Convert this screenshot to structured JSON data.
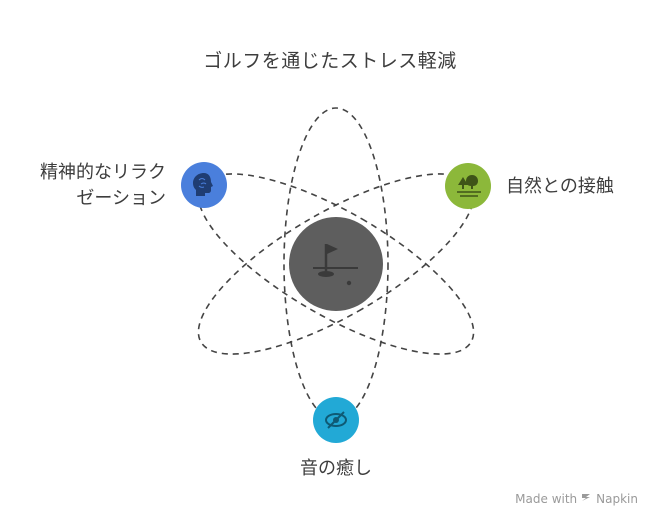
{
  "title": "ゴルフを通じたストレス軽減",
  "center": {
    "icon": "golf-flag-hole-icon",
    "color": "#5e5e5e"
  },
  "nodes": [
    {
      "id": "mental",
      "label_line1": "精神的なリラク",
      "label_line2": "ゼーション",
      "icon": "brain-head-icon",
      "color": "#4a7fdc"
    },
    {
      "id": "nature",
      "label": "自然との接触",
      "icon": "trees-landscape-icon",
      "color": "#8cb83a"
    },
    {
      "id": "sound",
      "label": "音の癒し",
      "icon": "eye-slash-icon",
      "color": "#22a9d6"
    }
  ],
  "watermark": {
    "prefix": "Made with",
    "brand": "Napkin"
  }
}
